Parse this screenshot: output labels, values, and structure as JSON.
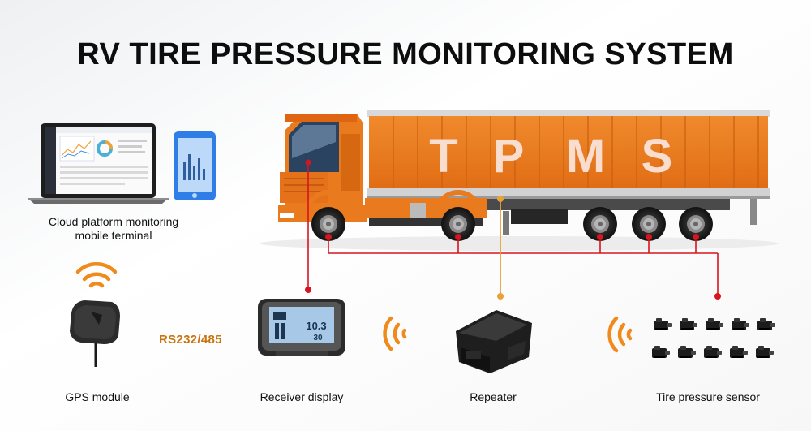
{
  "title": "RV TIRE PRESSURE MONITORING SYSTEM",
  "trailer_text": "TPMS",
  "protocol_label": "RS232/485",
  "display_reading": {
    "top": "10.3",
    "bottom": "30"
  },
  "components": {
    "cloud_platform": {
      "line1": "Cloud platform monitoring",
      "line2": "mobile terminal"
    },
    "gps_module": "GPS module",
    "receiver_display": "Receiver display",
    "repeater": "Repeater",
    "tire_pressure_sensor": "Tire pressure sensor"
  },
  "colors": {
    "truck_orange": "#ea7a1e",
    "connector_red": "#d8141f",
    "repeater_orange": "#e8a23a",
    "signal_orange": "#f08a1c",
    "text": "#111111",
    "phone_blue": "#2f7de6"
  },
  "icons": [
    "laptop-icon",
    "smartphone-icon",
    "wifi-signal-icon",
    "gps-module-icon",
    "receiver-display-icon",
    "repeater-icon",
    "tire-sensor-icon",
    "truck-illustration"
  ]
}
